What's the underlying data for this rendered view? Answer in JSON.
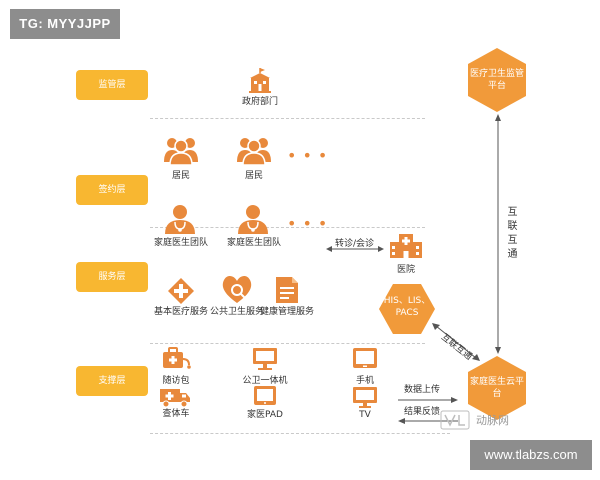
{
  "watermarks": {
    "top_left": "TG: MYYJJPP",
    "bottom_right": "www.tlabzs.com",
    "logo_text": "动脉网"
  },
  "layers": [
    {
      "label": "监管层"
    },
    {
      "label": "签约层"
    },
    {
      "label": "服务层"
    },
    {
      "label": "支撑层"
    }
  ],
  "gov": {
    "label": "政府部门"
  },
  "residents": [
    {
      "label": "居民"
    },
    {
      "label": "居民"
    }
  ],
  "teams": [
    {
      "label": "家庭医生团队"
    },
    {
      "label": "家庭医生团队"
    }
  ],
  "referral": {
    "label": "转诊/会诊"
  },
  "hospital": {
    "label": "医院"
  },
  "his_hex": {
    "label": "HIS、LIS、PACS"
  },
  "services": [
    {
      "label": "基本医疗服务"
    },
    {
      "label": "公共卫生服务"
    },
    {
      "label": "健康管理服务"
    }
  ],
  "devices": [
    {
      "label": "随访包"
    },
    {
      "label": "查体车"
    },
    {
      "label": "公卫一体机"
    },
    {
      "label": "家医PAD"
    },
    {
      "label": "手机"
    },
    {
      "label": "TV"
    }
  ],
  "cloud_top": {
    "label": "医疗卫生监管平台"
  },
  "cloud_bottom": {
    "label": "家庭医生云平台"
  },
  "interconnect": {
    "label": "互联互通"
  },
  "data_upload": {
    "label": "数据上传"
  },
  "result_feedback": {
    "label": "结果反馈"
  },
  "colors": {
    "accent": "#e8893c",
    "layer": "#f8b731",
    "hex": "#f19a3a"
  }
}
